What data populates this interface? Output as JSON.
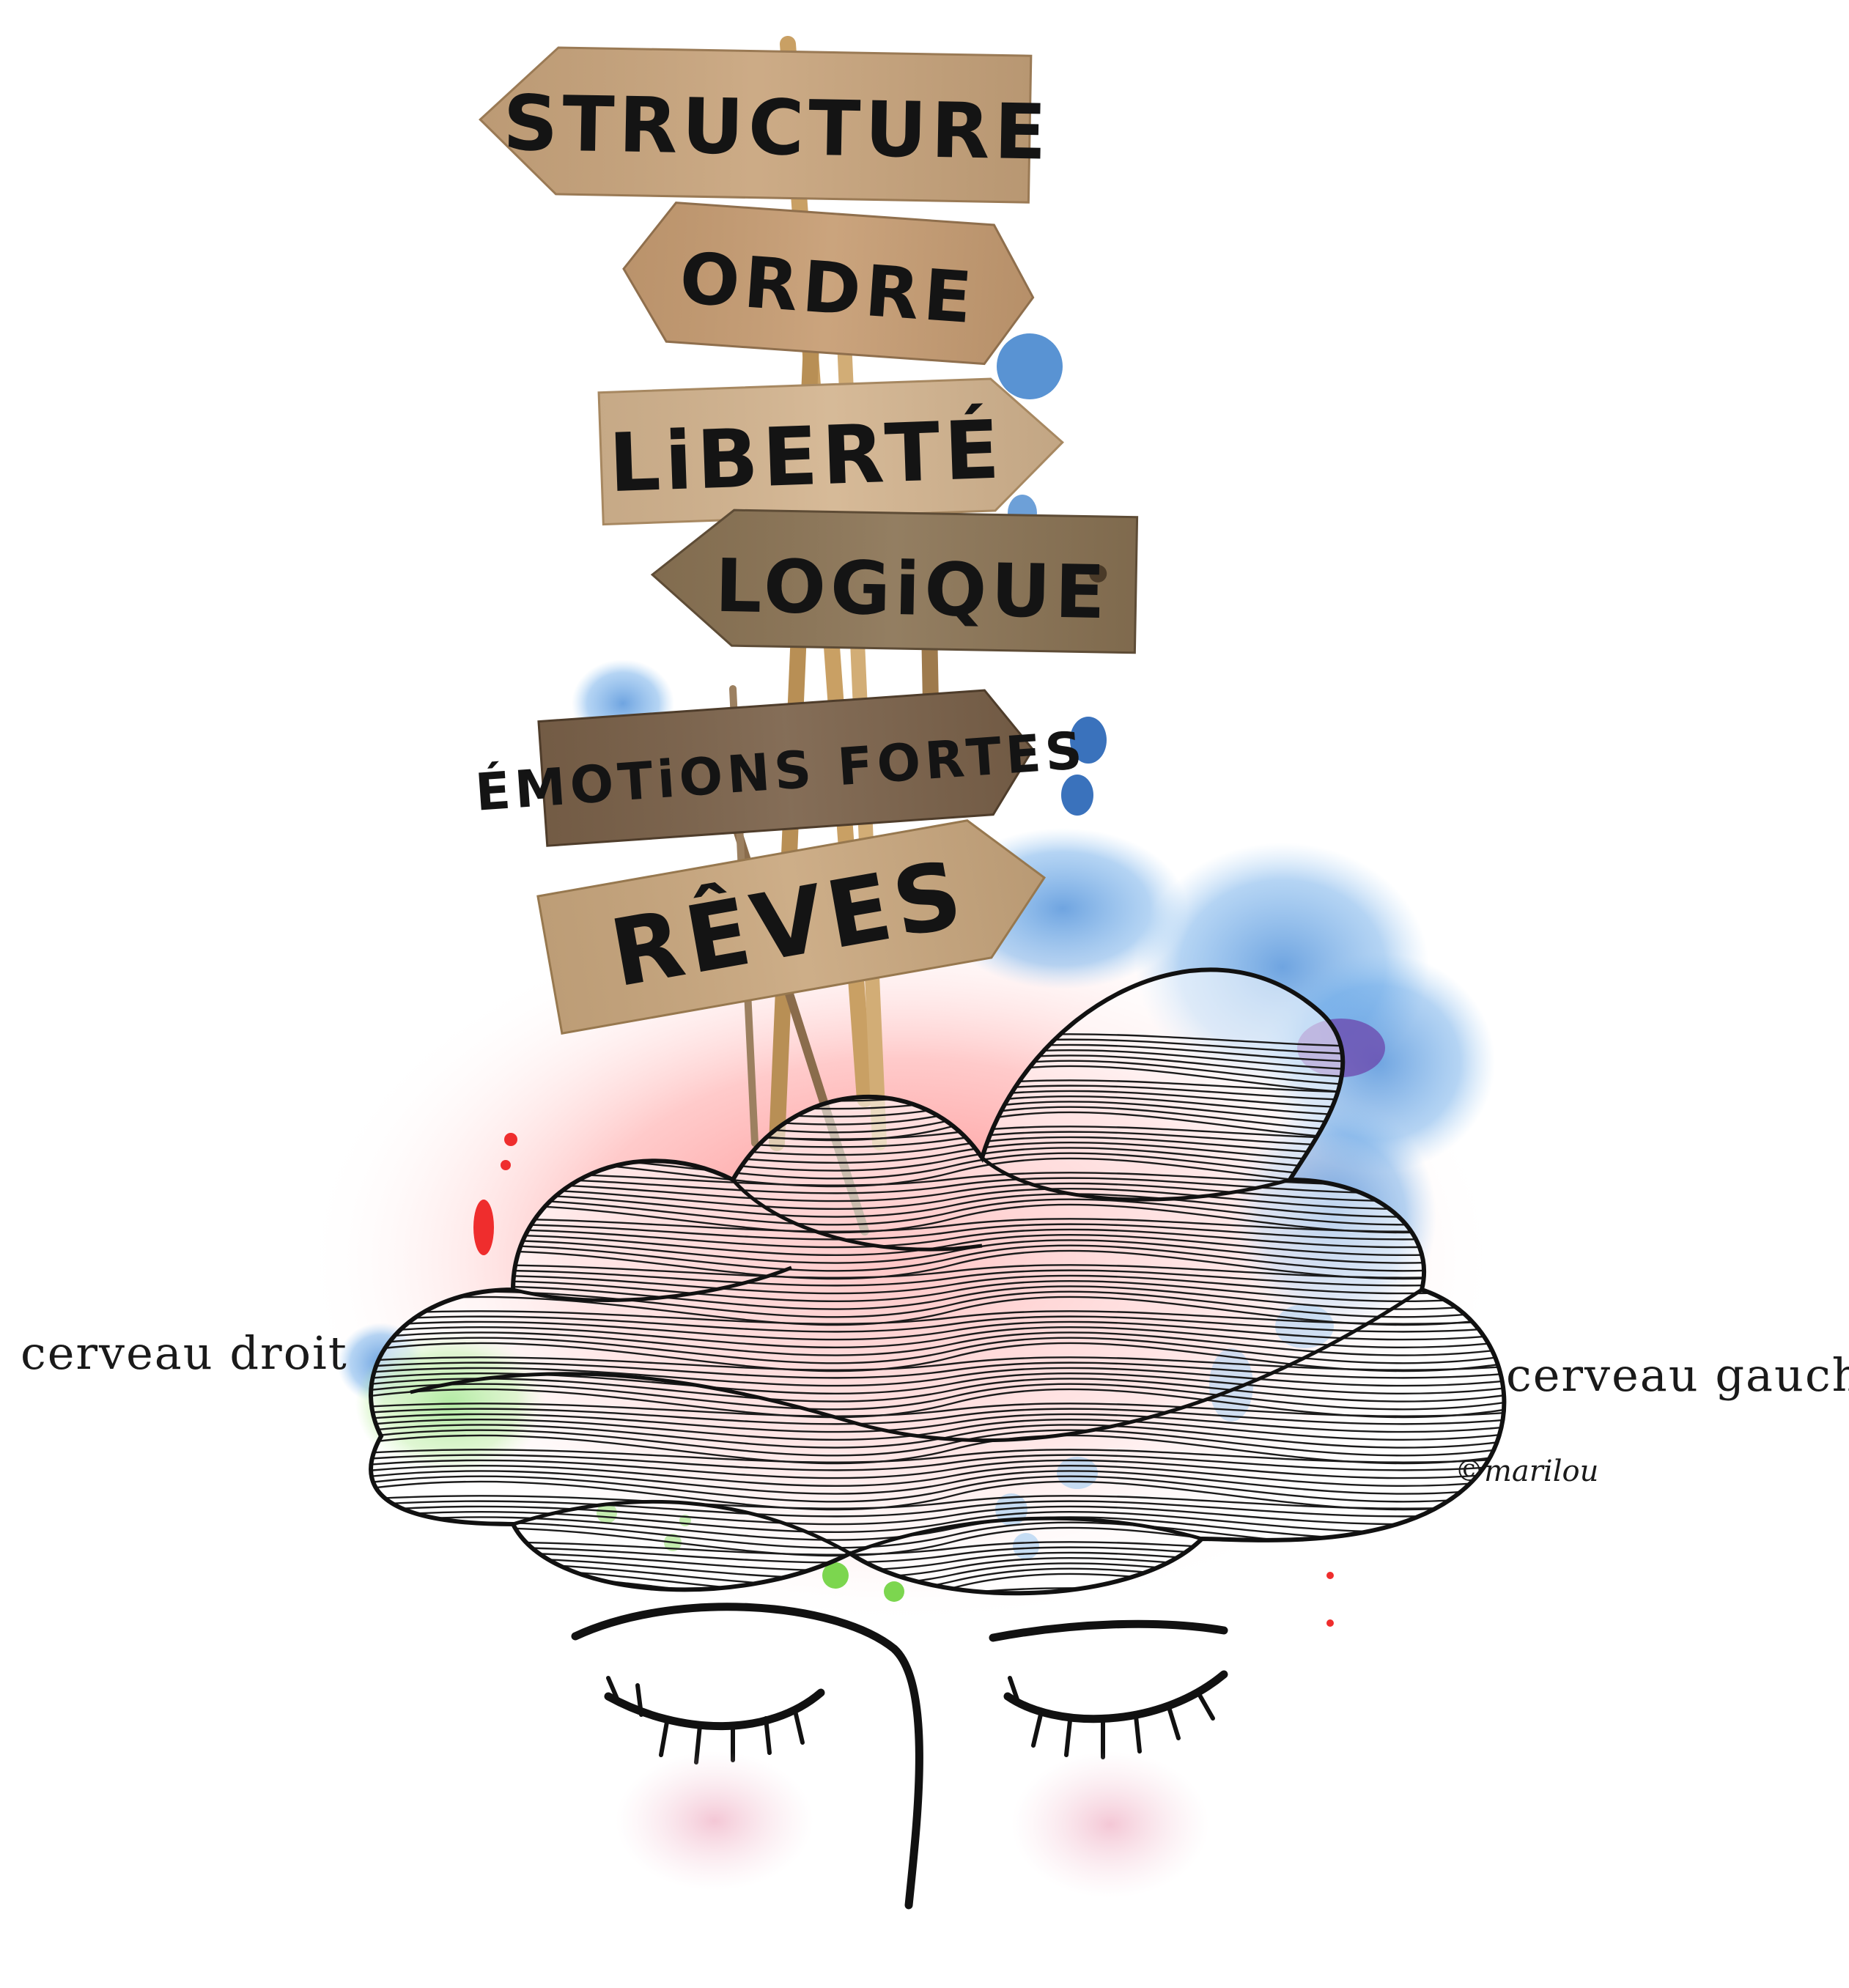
{
  "illustration": {
    "signs": [
      {
        "text": "STRUCTURE",
        "direction": "left",
        "color": "#c8a47c"
      },
      {
        "text": "ORDRE",
        "direction": "right",
        "color": "#c69c72"
      },
      {
        "text": "LiBERTÉ",
        "direction": "right",
        "color": "#d3b48f"
      },
      {
        "text": "LOGiQUE",
        "direction": "left",
        "color": "#8a7354"
      },
      {
        "text": "ÉMOTiONS FORTES",
        "direction": "right",
        "color": "#7a6149"
      },
      {
        "text": "RÊVES",
        "direction": "right",
        "color": "#c9a77e"
      }
    ],
    "labels": {
      "right_brain": "cerveau droit",
      "left_brain": "cerveau gauche"
    },
    "signature": "©marilou",
    "colors": {
      "ink": "#141414",
      "red_glow": "#ff6b6b",
      "blue_splash": "#3f8fd9",
      "purple_splash": "#6b3fa8",
      "green_splash": "#5fd33a",
      "blush": "#f3c6d3",
      "wood_dark": "#6e5a43"
    },
    "icons": [
      "signpost-icon",
      "cloud-brain-icon",
      "closed-eye-icon",
      "watercolor-splash-icon"
    ]
  }
}
